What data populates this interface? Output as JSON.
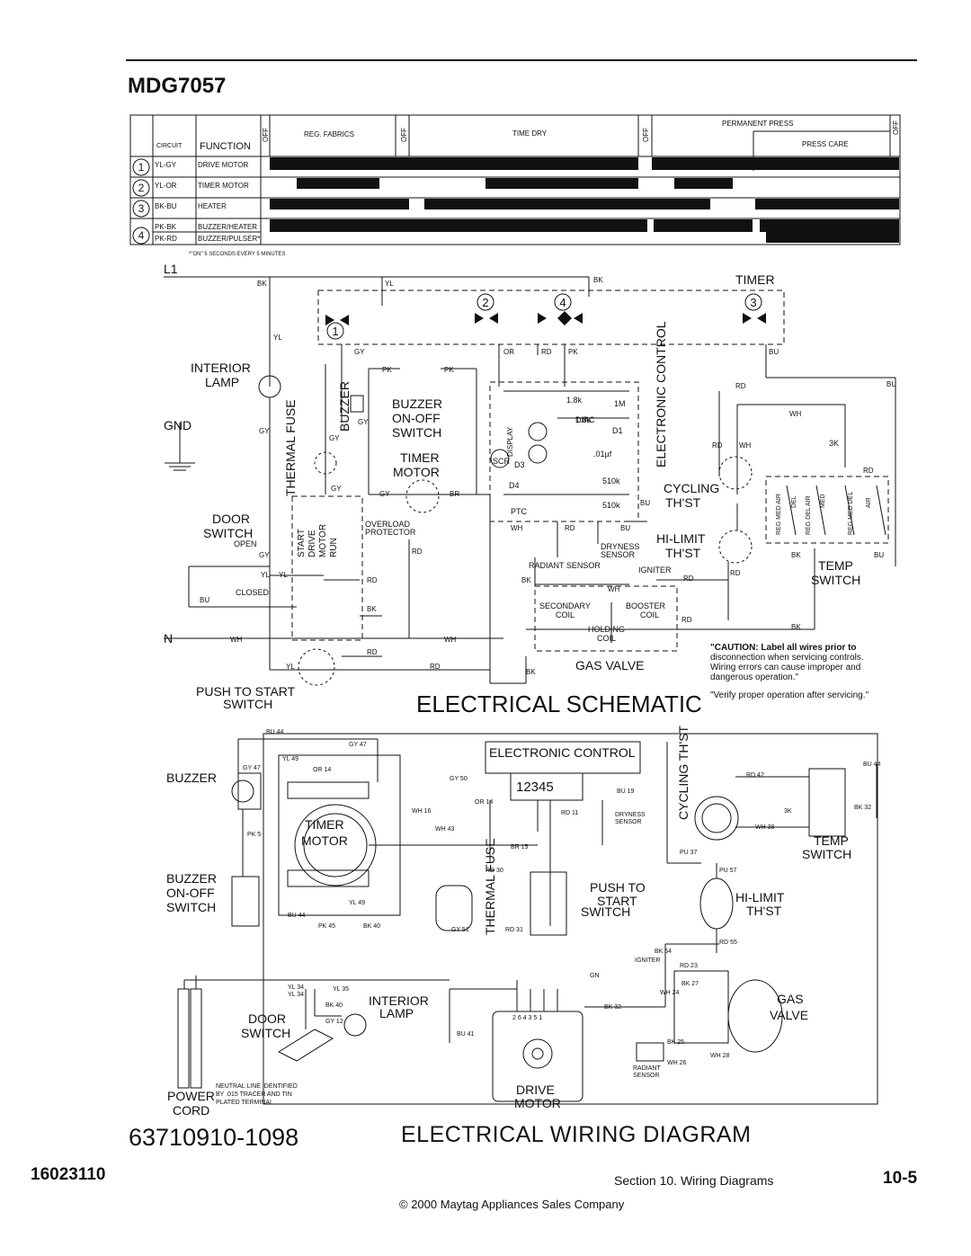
{
  "header": {
    "model": "MDG7057"
  },
  "timer_chart": {
    "col_circuit": "CIRCUIT",
    "col_function": "FUNCTION",
    "cycles": [
      "REG. FABRICS",
      "TIME DRY",
      "PERMANENT PRESS",
      "PRESS CARE"
    ],
    "off_label": "OFF",
    "rows": [
      {
        "num": "1",
        "circuit": "YL-GY",
        "function": "DRIVE MOTOR"
      },
      {
        "num": "2",
        "circuit": "YL-OR",
        "function": "TIMER MOTOR"
      },
      {
        "num": "3",
        "circuit": "BK-BU",
        "function": "HEATER"
      },
      {
        "num": "4",
        "circuit": "PK-BK",
        "function": "BUZZER/HEATER"
      },
      {
        "num": "4",
        "circuit": "PK-RD",
        "function": "BUZZER/PULSER*"
      }
    ],
    "footnote": "*\"ON\" 5 SECONDS EVERY 5 MINUTES"
  },
  "schematic": {
    "title": "ELECTRICAL SCHEMATIC",
    "labels": {
      "l1": "L1",
      "n": "N",
      "timer": "TIMER",
      "interior_lamp_1": "INTERIOR",
      "interior_lamp_2": "LAMP",
      "gnd": "GND",
      "thermal_fuse": "THERMAL FUSE",
      "buzzer": "BUZZER",
      "buzzer_switch_1": "BUZZER",
      "buzzer_switch_2": "ON-OFF",
      "buzzer_switch_3": "SWITCH",
      "timer_motor_1": "TIMER",
      "timer_motor_2": "MOTOR",
      "door_switch_1": "DOOR",
      "door_switch_2": "SWITCH",
      "open": "OPEN",
      "closed": "CLOSED",
      "overload_1": "OVERLOAD",
      "overload_2": "PROTECTOR",
      "start_col": "START",
      "drive_col": "DRIVE",
      "motor_col": "MOTOR",
      "run_col": "RUN",
      "push_start_1": "PUSH TO START",
      "push_start_2": "SWITCH",
      "electronic_control": "ELECTRONIC CONTROL",
      "scr": "SCR",
      "display": "DISPLAY",
      "diac": "DIAC",
      "ptc": "PTC",
      "d1": "D1",
      "d3": "D3",
      "d4": "D4",
      "r_1_8k_a": "1.8k",
      "r_1_8k_b": "1.8k",
      "r_1m": "1M",
      "cap": ".01µf",
      "r_510k_a": "510k",
      "r_510k_b": "510k",
      "dryness_1": "DRYNESS",
      "dryness_2": "SENSOR",
      "radiant_sensor": "RADIANT SENSOR",
      "igniter": "IGNITER",
      "secondary_coil_1": "SECONDARY",
      "secondary_coil_2": "COIL",
      "booster_coil_1": "BOOSTER",
      "booster_coil_2": "COIL",
      "holding_coil_1": "HOLDING",
      "holding_coil_2": "COIL",
      "gas_valve": "GAS VALVE",
      "cycling_thst_1": "CYCLING",
      "cycling_thst_2": "TH'ST",
      "hilimit_1": "HI-LIMIT",
      "hilimit_2": "TH'ST",
      "temp_switch_1": "TEMP",
      "temp_switch_2": "SWITCH",
      "r_3k": "3K",
      "ts_cols": [
        "REG MED AIR",
        "DEL",
        "REG DEL AIR",
        "MED",
        "REG MED DEL",
        "AIR"
      ],
      "circle_1": "1",
      "circle_2": "2",
      "circle_3": "3",
      "circle_4": "4"
    },
    "wires": {
      "BK": "BK",
      "YL": "YL",
      "GY": "GY",
      "OR": "OR",
      "RD": "RD",
      "PK": "PK",
      "BU": "BU",
      "WH": "WH",
      "BR": "BR"
    },
    "caution_1": "\"CAUTION: Label all wires prior to",
    "caution_2": "disconnection when servicing controls.",
    "caution_3": "Wiring errors can cause improper and",
    "caution_4": "dangerous operation.\"",
    "verify": "\"Verify proper operation after servicing.\""
  },
  "wiring": {
    "title": "ELECTRICAL WIRING DIAGRAM",
    "labels": {
      "buzzer": "BUZZER",
      "buzzer_switch_1": "BUZZER",
      "buzzer_switch_2": "ON-OFF",
      "buzzer_switch_3": "SWITCH",
      "timer_motor_1": "TIMER",
      "timer_motor_2": "MOTOR",
      "electronic_control": "ELECTRONIC CONTROL",
      "control_pins": "12345",
      "cycling_thst": "CYCLING TH'ST",
      "temp_switch_1": "TEMP",
      "temp_switch_2": "SWITCH",
      "thermal_fuse": "THERMAL FUSE",
      "push_start_1": "PUSH TO",
      "push_start_2": "START",
      "push_start_3": "SWITCH",
      "hilimit_1": "HI-LIMIT",
      "hilimit_2": "TH'ST",
      "door_switch_1": "DOOR",
      "door_switch_2": "SWITCH",
      "interior_lamp_1": "INTERIOR",
      "interior_lamp_2": "LAMP",
      "gas_valve_1": "GAS",
      "gas_valve_2": "VALVE",
      "power_cord_1": "POWER",
      "power_cord_2": "CORD",
      "drive_motor_1": "DRIVE",
      "drive_motor_2": "MOTOR",
      "neutral_1": "NEUTRAL LINE IDENTIFIED",
      "neutral_2": "BY .015 TRACER AND TIN",
      "neutral_3": "PLATED TERMINAL",
      "igniter": "IGNITER",
      "radiant_sensor_1": "RADIANT",
      "radiant_sensor_2": "SENSOR",
      "dryness_1": "DRYNESS",
      "dryness_2": "SENSOR",
      "motor_pins": "2 6 4 3 5 1",
      "gn": "GN",
      "r_3k": "3K"
    },
    "wire_tags": [
      "BU 44",
      "GY 47",
      "YL 49",
      "OR 14",
      "GY 50",
      "WH 16",
      "OR 14",
      "BU 19",
      "RD 11",
      "WH 43",
      "BR 15",
      "RD 30",
      "BU 44",
      "YL 49",
      "PK 45",
      "BK 40",
      "GY 51",
      "RD 31",
      "YL 34",
      "YL 35",
      "BK 40",
      "GY 12",
      "BU 41",
      "BK 32",
      "RD 42",
      "WH 38",
      "BU 44",
      "BK 32",
      "PU 37",
      "PU 57",
      "RD 55",
      "BK 54",
      "RD 23",
      "WH 24",
      "BK 27",
      "BK 25",
      "WH 26",
      "WH 28",
      "PK 5",
      "GY 47",
      "YL 34"
    ]
  },
  "footer": {
    "part_number": "63710910-1098",
    "doc_code": "16023110",
    "section": "Section 10.    Wiring Diagrams",
    "page": "10-5",
    "copyright": "© 2000 Maytag Appliances Sales Company"
  }
}
